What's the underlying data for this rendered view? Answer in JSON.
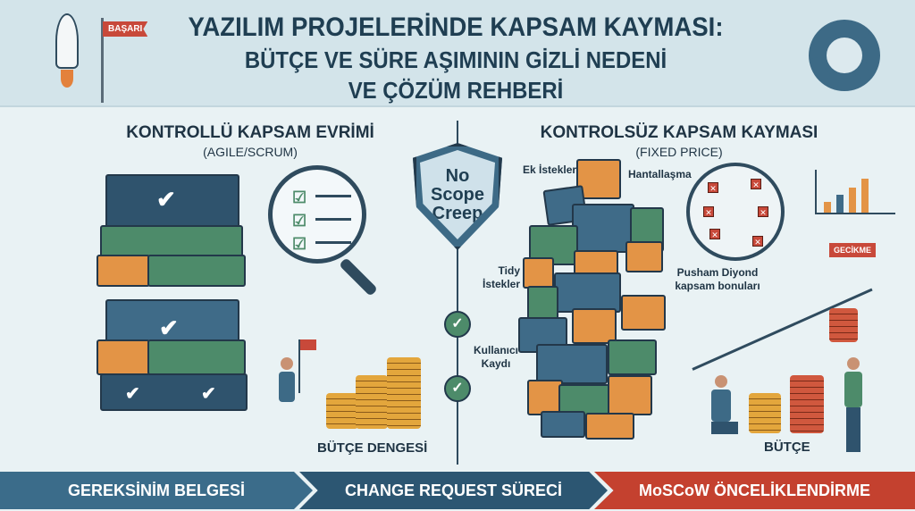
{
  "header": {
    "title_line1": "YAZILIM PROJELERİNDE KAPSAM KAYMASI:",
    "title_line2": "BÜTÇE VE SÜRE AŞIMININ GİZLİ NEDENİ",
    "title_line3": "VE ÇÖZÜM REHBERİ",
    "flag_label": "BAŞARI"
  },
  "left": {
    "title": "KONTROLLÜ KAPSAM EVRİMİ",
    "subtitle": "(AGILE/SCRUM)",
    "budget_label": "BÜTÇE DENGESİ"
  },
  "center": {
    "shield_text": "No Scope Creep"
  },
  "right": {
    "title": "KONTROLSÜZ KAPSAM KAYMASI",
    "subtitle": "(FIXED PRICE)",
    "labels": [
      "Ek İstekler",
      "Hantallaşma",
      "Tidy İstekler",
      "Pusham Diyond kapsam bonuları",
      "Kullanıcı Kaydı"
    ],
    "delay_label": "GECİKME",
    "budget_label": "BÜTÇE"
  },
  "footer": {
    "steps": [
      "GEREKSİNİM BELGESİ",
      "CHANGE REQUEST SÜRECİ",
      "MoSCoW ÖNCELİKLENDİRME"
    ]
  },
  "colors": {
    "blue": "#3f6b88",
    "green": "#4d8b6a",
    "orange": "#e39446",
    "red": "#c4412f"
  }
}
